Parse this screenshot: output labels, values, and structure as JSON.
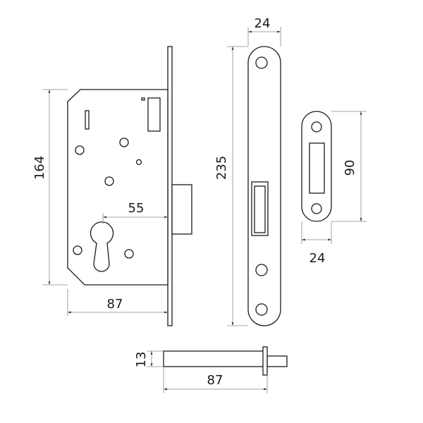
{
  "dimensions": {
    "lock_height": "164",
    "backset": "55",
    "lock_depth": "87",
    "faceplate_width": "24",
    "faceplate_length": "235",
    "strike_length": "90",
    "strike_width": "24",
    "bolt_thickness": "13",
    "bolt_length": "87"
  }
}
